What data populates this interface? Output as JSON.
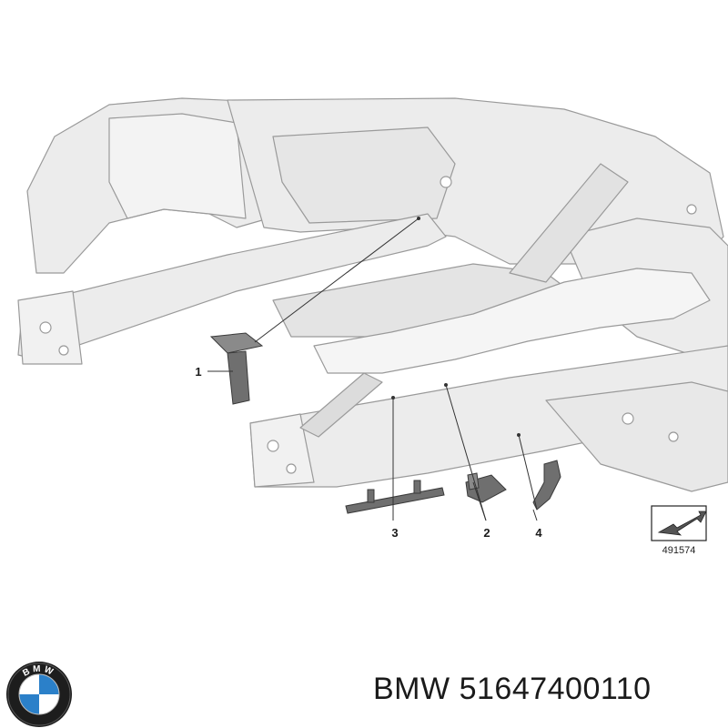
{
  "callouts": [
    {
      "label": "1"
    },
    {
      "label": "2"
    },
    {
      "label": "3"
    },
    {
      "label": "4"
    }
  ],
  "reference_number": "491574",
  "logo": {
    "name": "bmw-roundel",
    "text": "BMW"
  },
  "caption": {
    "brand": "BMW",
    "part_number": "51647400110"
  },
  "colors": {
    "structure_fill": "#ececec",
    "structure_stroke": "#9a9a9a",
    "part_fill": "#6f6f6f",
    "leader": "#333333"
  }
}
